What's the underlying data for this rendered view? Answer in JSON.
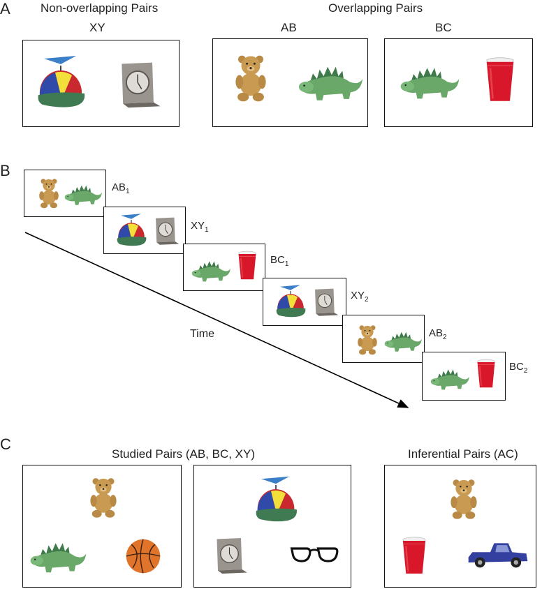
{
  "panel_a": {
    "letter": "A",
    "group_nonoverlap": "Non-overlapping Pairs",
    "group_overlap": "Overlapping Pairs",
    "pairs": [
      {
        "label": "XY",
        "items": [
          "propeller-cap",
          "desk-clock"
        ]
      },
      {
        "label": "AB",
        "items": [
          "teddy-bear",
          "stegosaurus"
        ]
      },
      {
        "label": "BC",
        "items": [
          "stegosaurus",
          "red-cup"
        ]
      }
    ]
  },
  "panel_b": {
    "letter": "B",
    "time_label": "Time",
    "trials": [
      {
        "base": "AB",
        "sub": "1",
        "items": [
          "teddy-bear",
          "stegosaurus"
        ]
      },
      {
        "base": "XY",
        "sub": "1",
        "items": [
          "propeller-cap",
          "desk-clock"
        ]
      },
      {
        "base": "BC",
        "sub": "1",
        "items": [
          "stegosaurus",
          "red-cup"
        ]
      },
      {
        "base": "XY",
        "sub": "2",
        "items": [
          "propeller-cap",
          "desk-clock"
        ]
      },
      {
        "base": "AB",
        "sub": "2",
        "items": [
          "teddy-bear",
          "stegosaurus"
        ]
      },
      {
        "base": "BC",
        "sub": "2",
        "items": [
          "stegosaurus",
          "red-cup"
        ]
      }
    ]
  },
  "panel_c": {
    "letter": "C",
    "studied_heading": "Studied Pairs (AB, BC, XY)",
    "inferential_heading": "Inferential Pairs (AC)",
    "displays": [
      {
        "cue": "teddy-bear",
        "options": [
          "stegosaurus",
          "basketball"
        ]
      },
      {
        "cue": "propeller-cap",
        "options": [
          "desk-clock",
          "eyeglasses"
        ]
      },
      {
        "cue": "teddy-bear",
        "options": [
          "red-cup",
          "toy-truck"
        ]
      }
    ]
  },
  "colors": {
    "cap_blue": "#2f4aa8",
    "cap_yellow": "#f3df3a",
    "cap_red": "#c8282e",
    "cap_green": "#3f7a52",
    "bear": "#c89a52",
    "dino": "#6aa86a",
    "cup": "#d8182a",
    "ball": "#e0742a",
    "truck": "#3340a0"
  }
}
